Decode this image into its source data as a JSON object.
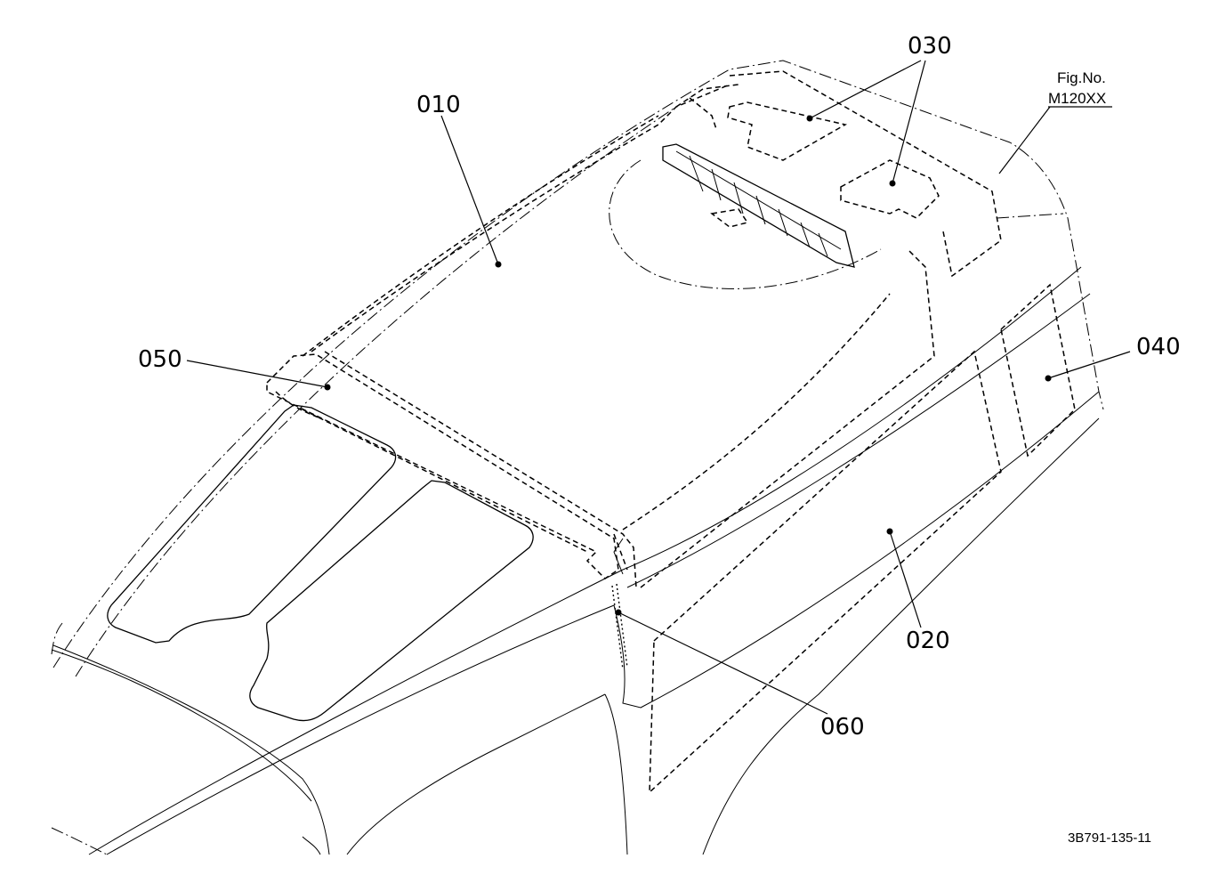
{
  "figure": {
    "fig_label": "Fig.No.",
    "fig_number": "M120XX",
    "drawing_code": "3B791-135-11"
  },
  "callouts": [
    {
      "id": "010",
      "label": "010"
    },
    {
      "id": "020",
      "label": "020"
    },
    {
      "id": "030",
      "label": "030"
    },
    {
      "id": "040",
      "label": "040"
    },
    {
      "id": "050",
      "label": "050"
    },
    {
      "id": "060",
      "label": "060"
    }
  ]
}
